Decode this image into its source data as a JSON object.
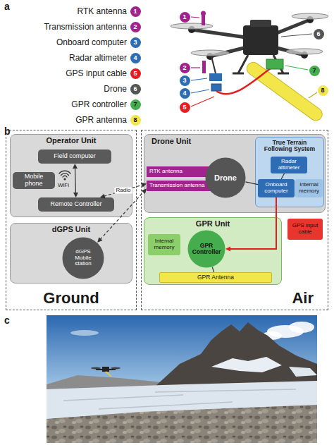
{
  "diagram": {
    "nodes": [
      {
        "text": [
          "Ground"
        ]
      },
      {
        "text": [
          "Operator Unit"
        ],
        "in": 0
      },
      {
        "text": [
          "Field computer"
        ],
        "in": 1
      },
      {
        "text": [
          "Mobile phone"
        ],
        "in": 1
      },
      {
        "text": [
          "Remote Controller"
        ],
        "in": 1
      },
      {
        "text": [
          "dGPS Unit"
        ],
        "in": 0
      },
      {
        "text": [
          "dGPS Mobile station"
        ],
        "in": 5
      },
      {
        "text": [
          "Air"
        ]
      },
      {
        "text": [
          "Drone Unit"
        ],
        "in": 7
      },
      {
        "text": [
          "RTK antenna"
        ],
        "in": 8
      },
      {
        "text": [
          "Transmission antenna"
        ],
        "in": 8
      },
      {
        "text": [
          "Drone"
        ],
        "in": 8
      },
      {
        "text": [
          "True Terrain Following System"
        ],
        "in": 8
      },
      {
        "text": [
          "Radar altimeter"
        ],
        "in": 12
      },
      {
        "text": [
          "Onboard computer"
        ],
        "in": 12
      },
      {
        "text": [
          "Internal memory"
        ],
        "in": 12
      },
      {
        "text": [
          "GPR Unit"
        ],
        "in": 7
      },
      {
        "text": [
          "Internal memory"
        ],
        "in": 16
      },
      {
        "text": [
          "GPR Controller"
        ],
        "in": 16
      },
      {
        "text": [
          "GPR Antenna"
        ],
        "in": 16
      },
      {
        "text": [
          "GPS input cable"
        ],
        "in": 7
      }
    ],
    "edges": [
      {
        "from": 2,
        "to": 4,
        "arrow": "both"
      },
      {
        "from": 4,
        "to": 10,
        "label": "Radio",
        "arrow": "both"
      },
      {
        "from": 6,
        "to": 10,
        "arrow": "both"
      },
      {
        "from": 11,
        "to": 14,
        "arrow": "none"
      },
      {
        "from": 13,
        "to": 14,
        "arrow": "none"
      },
      {
        "from": 14,
        "to": 18,
        "arrow": "to"
      },
      {
        "from": 18,
        "to": 19,
        "arrow": "none"
      }
    ],
    "labels": [
      "a",
      "RTK antenna",
      "1",
      "Transmission antenna",
      "2",
      "Onboard computer",
      "3",
      "Radar altimeter",
      "4",
      "GPS input cable",
      "5",
      "Drone",
      "6",
      "GPR controller",
      "7",
      "GPR antenna",
      "8",
      "1",
      "2",
      "3",
      "4",
      "5",
      "6",
      "7",
      "8",
      "b",
      "WiFi",
      "c"
    ]
  }
}
